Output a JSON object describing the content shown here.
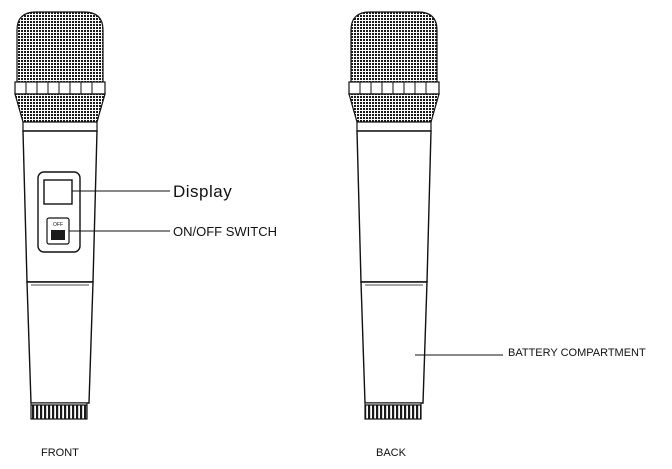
{
  "labels": {
    "display": "Display",
    "on_off_switch": "ON/OFF SWITCH",
    "battery_compartment": "BATTERY COMPARTMENT",
    "front": "FRONT",
    "back": "BACK"
  },
  "switch_text": "OFF"
}
